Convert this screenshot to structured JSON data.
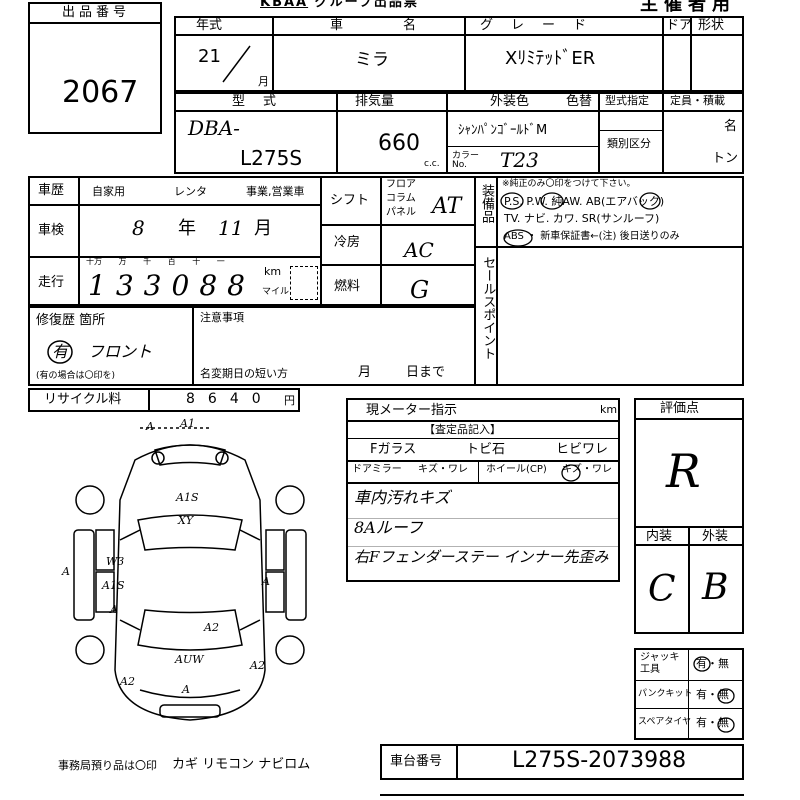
{
  "header": {
    "brand": "KBAA",
    "doc_title": "グループ出品票",
    "office_use": "主催者用"
  },
  "lot": {
    "label": "出品番号",
    "value": "2067"
  },
  "year": {
    "label": "年式",
    "value": "21",
    "unit": "月"
  },
  "make": {
    "label": "車名",
    "value": "ミラ"
  },
  "grade": {
    "label": "グレード",
    "value": "XﾘﾐﾃｯﾄﾞER"
  },
  "doors": {
    "label": "ドア"
  },
  "shape": {
    "label": "形状"
  },
  "model": {
    "label": "型式",
    "prefix": "DBA-",
    "value": "L275S"
  },
  "displacement": {
    "label": "排気量",
    "value": "660",
    "unit": "c.c."
  },
  "exterior": {
    "label": "外装色",
    "value": "ｼｬﾝﾊﾟﾝｺﾞｰﾙﾄﾞM",
    "color_no_label": "カラーNo.",
    "color_no": "T23"
  },
  "color_change": {
    "label": "色替"
  },
  "designation": {
    "label": "型式指定"
  },
  "category": {
    "label": "類別区分"
  },
  "capacity": {
    "label": "定員・積載",
    "person": "名",
    "ton": "トン"
  },
  "history": {
    "label": "車歴",
    "options": [
      "自家用",
      "レンタ",
      "事業,営業車"
    ]
  },
  "inspection": {
    "label": "車検",
    "year": "8",
    "year_unit": "年",
    "month": "11",
    "month_unit": "月"
  },
  "mileage": {
    "label": "走行",
    "units": [
      "十万",
      "万",
      "千",
      "百",
      "十",
      "一"
    ],
    "digits": [
      "1",
      "3",
      "3",
      "0",
      "8",
      "8"
    ],
    "km": "km",
    "mile": "マイル"
  },
  "shift": {
    "label": "シフト",
    "options": [
      "フロア",
      "コラム",
      "パネル"
    ],
    "value": "AT"
  },
  "ac": {
    "label": "冷房",
    "value": "AC"
  },
  "fuel": {
    "label": "燃料",
    "value": "G"
  },
  "equipment": {
    "label": "装備品",
    "note": "※純正のみ〇印をつけて下さい。",
    "row1": "P.S. P.W. 純AW. AB(エアバック)",
    "row2": "TV. ナビ. カワ. SR(サンルーフ)",
    "row3": "ABS ・ 新車保証書←(注) 後日送りのみ"
  },
  "sales_point": {
    "label": "セールスポイント"
  },
  "repair": {
    "label": "修復歴 箇所",
    "mark": "有",
    "detail": "フロント",
    "note": "(有の場合は〇印を)"
  },
  "notes": {
    "label": "注意事項",
    "short_change": "名変期日の短い方",
    "month": "月",
    "day": "日まで"
  },
  "recycle": {
    "label": "リサイクル料",
    "digits": [
      "8",
      "6",
      "4",
      "0"
    ],
    "unit": "円"
  },
  "meter": {
    "label": "現メーター指示",
    "unit": "km"
  },
  "inspection_entry": {
    "label": "【査定品記入】"
  },
  "glass": {
    "label": "Fガラス",
    "options": [
      "トビ石",
      "ヒビワレ"
    ]
  },
  "mirror": {
    "label": "ドアミラー",
    "options": "キズ・ワレ"
  },
  "wheel": {
    "label": "ホイール(CP)",
    "options": "キズ・ワレ"
  },
  "remarks": [
    "車内汚れキズ",
    "8Aルーフ",
    "右Fフェンダーステー インナー先歪み"
  ],
  "grades": {
    "label": "評価点",
    "value": "R",
    "interior_label": "内装",
    "interior": "C",
    "exterior_label": "外装",
    "exterior": "B"
  },
  "jack": {
    "label": "ジャッキ工具",
    "options": "有・無"
  },
  "puncture": {
    "label": "パンクキット",
    "options": "有・無"
  },
  "spare": {
    "label": "スペアタイヤ",
    "options": "有・無"
  },
  "chassis": {
    "label": "車台番号",
    "value": "L275S-2073988"
  },
  "keep": {
    "label": "事務局預り品は〇印",
    "items": "カギ リモコン ナビロム"
  },
  "diagram_marks": [
    "A",
    "A1",
    "A1S",
    "XY",
    "W3",
    "A1S",
    "A",
    "A",
    "A",
    "A2",
    "A",
    "A2",
    "A2",
    "AUW"
  ]
}
